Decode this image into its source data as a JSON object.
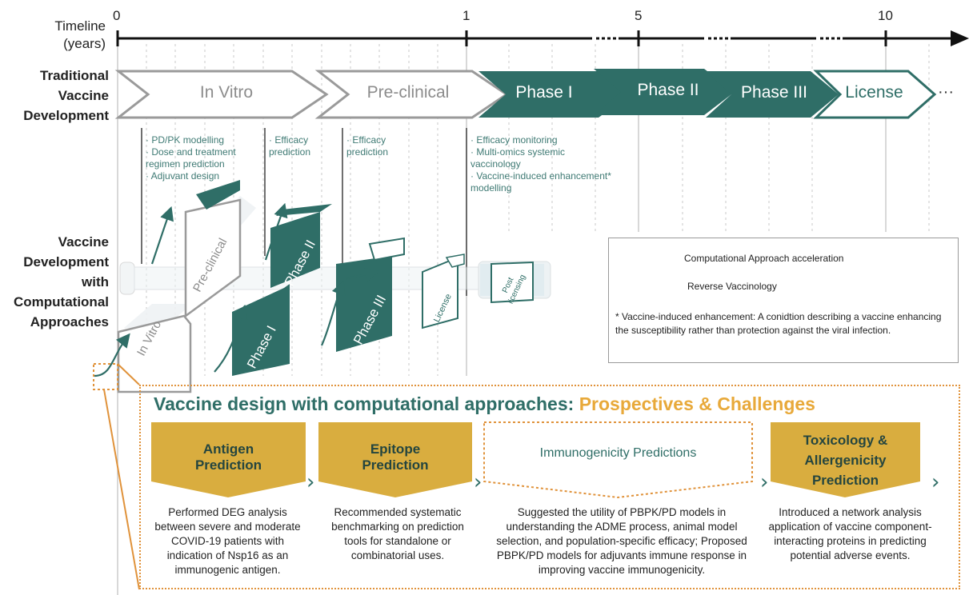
{
  "timeline": {
    "label": "Timeline\n(years)",
    "ticks": [
      "0",
      "1",
      "5",
      "10"
    ]
  },
  "rows": {
    "traditional": "Traditional\nVaccine\nDevelopment",
    "computational": "Vaccine\nDevelopment\nwith\nComputational\nApproaches"
  },
  "traditional_stages": [
    "In Vitro",
    "Pre-clinical",
    "Phase I",
    "Phase II",
    "Phase III",
    "License"
  ],
  "stage_notes": [
    [
      "PD/PK modelling",
      "Dose and treatment\nregimen prediction",
      "Adjuvant design"
    ],
    [
      "Efficacy\nprediction"
    ],
    [
      "Efficacy\nprediction"
    ],
    [
      "Efficacy monitoring",
      "Multi-omics systemic\nvaccinology",
      "Vaccine-induced enhancement*\nmodelling"
    ]
  ],
  "syringe_stages": [
    "In Vitro",
    "Pre-clinical",
    "Phase I",
    "Phase II",
    "Phase III",
    "License",
    "Post\nlicensing"
  ],
  "legend": {
    "arrow_label": "Computational Approach acceleration",
    "shield_label": "Reverse Vaccinology",
    "footnote": "* Vaccine-induced enhancement: A conidtion describing a vaccine enhancing the susceptibility rather than protection against the viral infection."
  },
  "bottom": {
    "title_a": "Vaccine design with computational approaches:",
    "title_b": "Prospectives & Challenges",
    "columns": [
      {
        "label": "Antigen\nPrediction",
        "desc": "Performed DEG analysis between severe and moderate COVID-19 patients with indication of Nsp16 as an immunogenic antigen."
      },
      {
        "label": "Epitope\nPrediction",
        "desc": "Recommended systematic benchmarking on prediction tools for standalone or combinatorial uses."
      },
      {
        "label": "Immunogenicity Predictions",
        "desc": "Suggested the utility of PBPK/PD models in understanding the ADME process, animal model selection, and population-specific efficacy; Proposed PBPK/PD models for adjuvants immune response in improving vaccine immunogenicity."
      },
      {
        "label": "Toxicology &\nAllergenicity\nPrediction",
        "desc": "Introduced a network analysis application of vaccine component-interacting proteins in predicting potential adverse events."
      }
    ]
  },
  "colors": {
    "teal": "#2f6e67",
    "gold": "#d9ad3f",
    "orange_dotted": "#e0923a",
    "grey_outline": "#8c8c8c"
  }
}
